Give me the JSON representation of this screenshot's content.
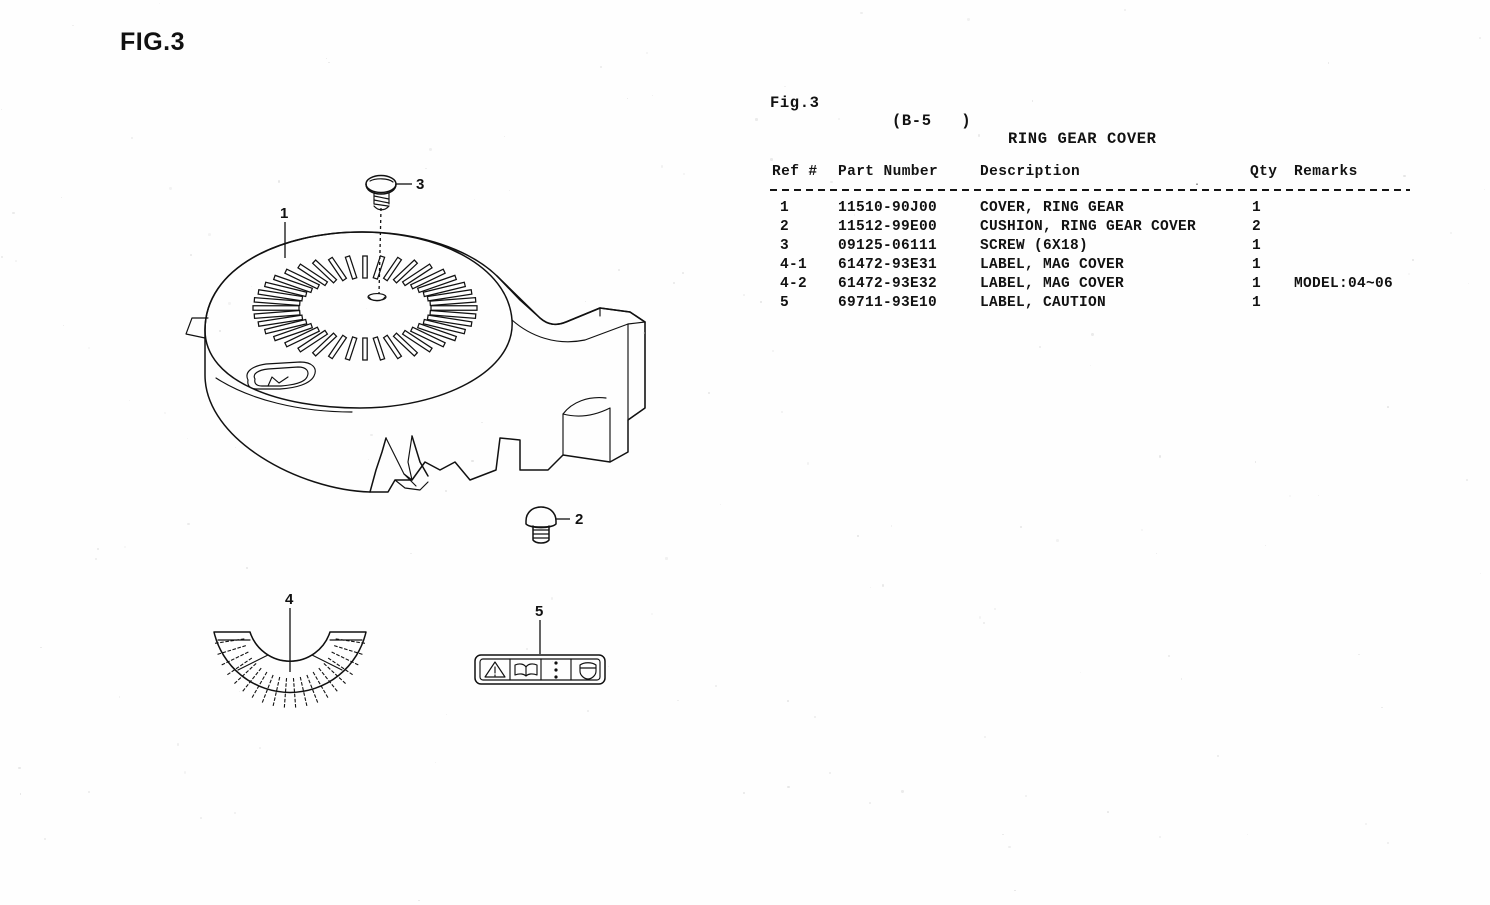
{
  "page": {
    "figure_label": "FIG.3",
    "background_color": "#fefefe",
    "ink_color": "#111111"
  },
  "header": {
    "fig": "Fig.3",
    "group_code": "(B-5   )",
    "title": "RING GEAR COVER"
  },
  "table": {
    "columns": {
      "ref": "Ref #",
      "part_number": "Part Number",
      "description": "Description",
      "qty": "Qty",
      "remarks": "Remarks"
    },
    "rows": [
      {
        "ref": "1",
        "part_number": "11510-90J00",
        "description": "COVER, RING GEAR",
        "qty": "1",
        "remarks": ""
      },
      {
        "ref": "2",
        "part_number": "11512-99E00",
        "description": "CUSHION, RING GEAR COVER",
        "qty": "2",
        "remarks": ""
      },
      {
        "ref": "3",
        "part_number": "09125-06111",
        "description": "SCREW (6X18)",
        "qty": "1",
        "remarks": ""
      },
      {
        "ref": "4-1",
        "part_number": "61472-93E31",
        "description": "LABEL, MAG COVER",
        "qty": "1",
        "remarks": ""
      },
      {
        "ref": "4-2",
        "part_number": "61472-93E32",
        "description": "LABEL, MAG COVER",
        "qty": "1",
        "remarks": "MODEL:04~06"
      },
      {
        "ref": "5",
        "part_number": "69711-93E10",
        "description": "LABEL, CAUTION",
        "qty": "1",
        "remarks": ""
      }
    ]
  },
  "diagram": {
    "callouts": [
      {
        "id": "1",
        "label": "1",
        "part": "cover-ring-gear"
      },
      {
        "id": "2",
        "label": "2",
        "part": "cushion-ring-gear-cover"
      },
      {
        "id": "3",
        "label": "3",
        "part": "screw-6x18"
      },
      {
        "id": "4",
        "label": "4",
        "part": "label-mag-cover"
      },
      {
        "id": "5",
        "label": "5",
        "part": "label-caution"
      }
    ],
    "caution_label_pictograms": [
      "warning-triangle",
      "open-book",
      "vertical-dots",
      "hand-shield"
    ]
  }
}
